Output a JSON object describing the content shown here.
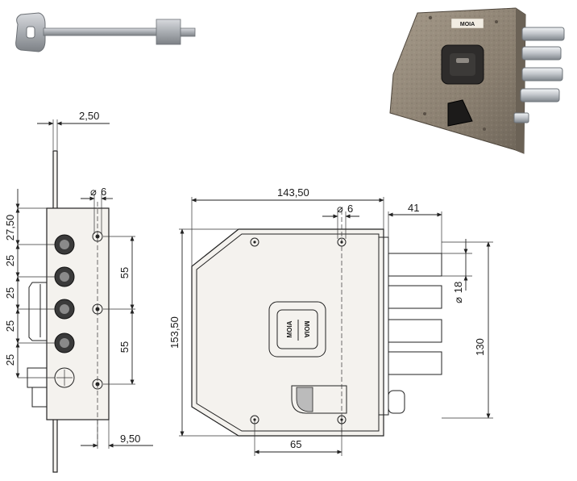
{
  "dimensions": {
    "case_depth_side_plate": "2,50",
    "screw_hole_diameter_side": "6",
    "bolt_offset_top": "27,50",
    "bolt_pitch_1": "25",
    "bolt_pitch_2": "25",
    "bolt_pitch_3": "25",
    "bolt_pitch_4": "25",
    "screw_spacing_upper": "55",
    "screw_spacing_lower": "55",
    "backset_bottom": "9,50",
    "case_width": "143,50",
    "screw_hole_diameter_front": "6",
    "bolt_throw": "41",
    "case_height": "153,50",
    "bolt_diameter": "18",
    "bolt_span": "130",
    "screw_spacing_bottom": "65"
  },
  "symbols": {
    "diameter": "⌀"
  },
  "brand": {
    "logo_text": "MOIA"
  },
  "colors": {
    "line": "#222222",
    "case_fill": "#f4f2ee",
    "photo_case": "#8b8173",
    "chrome": "#c9ccd0"
  }
}
